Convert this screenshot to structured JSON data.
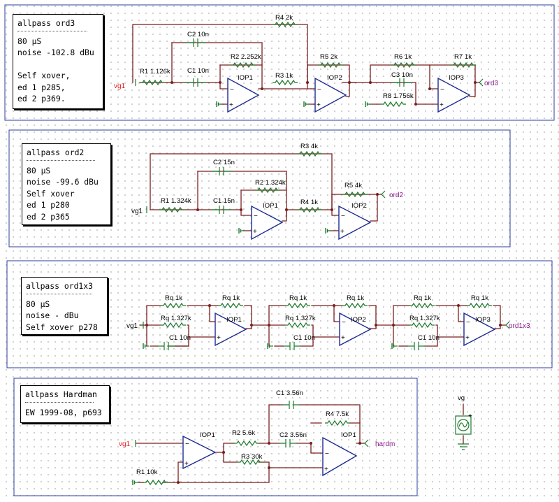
{
  "colors": {
    "frame": "#2d3d9c",
    "wire": "#7a1f1f",
    "component": "#1c7a2c",
    "opamp": "#1d2a92",
    "input_label": "#e01f1f",
    "output_label": "#8a1a8a",
    "ground": "#1c7a2c",
    "grid_dots": "#c4c4c4"
  },
  "note_ord3": {
    "title": "allpass ord3",
    "lines": [
      "80 µS",
      "noise -102.8 dBu",
      "",
      "Self xover,",
      "ed 1 p285,",
      "ed 2 p369."
    ]
  },
  "note_ord2": {
    "title": "allpass ord2",
    "lines": [
      "80 µS",
      "noise -99.6 dBu",
      "Self xover",
      "ed 1 p280",
      "ed 2 p365"
    ]
  },
  "note_ord1x3": {
    "title": "allpass ord1x3",
    "lines": [
      "80 µS",
      "noise - dBu",
      "Self xover p278"
    ]
  },
  "note_hardman": {
    "title": "allpass Hardman",
    "lines": [
      "EW 1999-08, p693"
    ]
  },
  "ord3": {
    "input": "vg1",
    "output": "ord3",
    "R1": "R1 1.126k",
    "R2": "R2 2.252k",
    "R3": "R3 1k",
    "R4": "R4 2k",
    "R5": "R5 2k",
    "R6": "R6 1k",
    "R7": "R7 1k",
    "R8": "R8 1.756k",
    "C1": "C1 10n",
    "C2": "C2 10n",
    "C3": "C3 10n",
    "IOP1": "IOP1",
    "IOP2": "IOP2",
    "IOP3": "IOP3"
  },
  "ord2": {
    "input": "vg1",
    "output": "ord2",
    "R1": "R1 1.324k",
    "R2": "R2 1.324k",
    "R3": "R3 4k",
    "R4": "R4 1k",
    "R5": "R5 4k",
    "C1": "C1 15n",
    "C2": "C2 15n",
    "IOP1": "IOP1",
    "IOP2": "IOP2"
  },
  "ord1x3": {
    "input": "vg1",
    "output": "ord1x3",
    "Rq_fb": "Rq 1k",
    "Rq_in": "Rq 1k",
    "Rq_sh": "Rq 1.327k",
    "C1": "C1 10n",
    "IOP1": "IOP1",
    "IOP2": "IOP2",
    "IOP3": "IOP3"
  },
  "hardman": {
    "input": "vg1",
    "output": "hardm",
    "R1": "R1 10k",
    "R2": "R2 5.6k",
    "R3": "R3 30k",
    "R4": "R4 7.5k",
    "C1": "C1 3.56n",
    "C2": "C2 3.56n",
    "IOP1": "IOP1"
  },
  "source": {
    "label": "vg"
  },
  "signs": {
    "plus": "+",
    "minus": "−"
  }
}
